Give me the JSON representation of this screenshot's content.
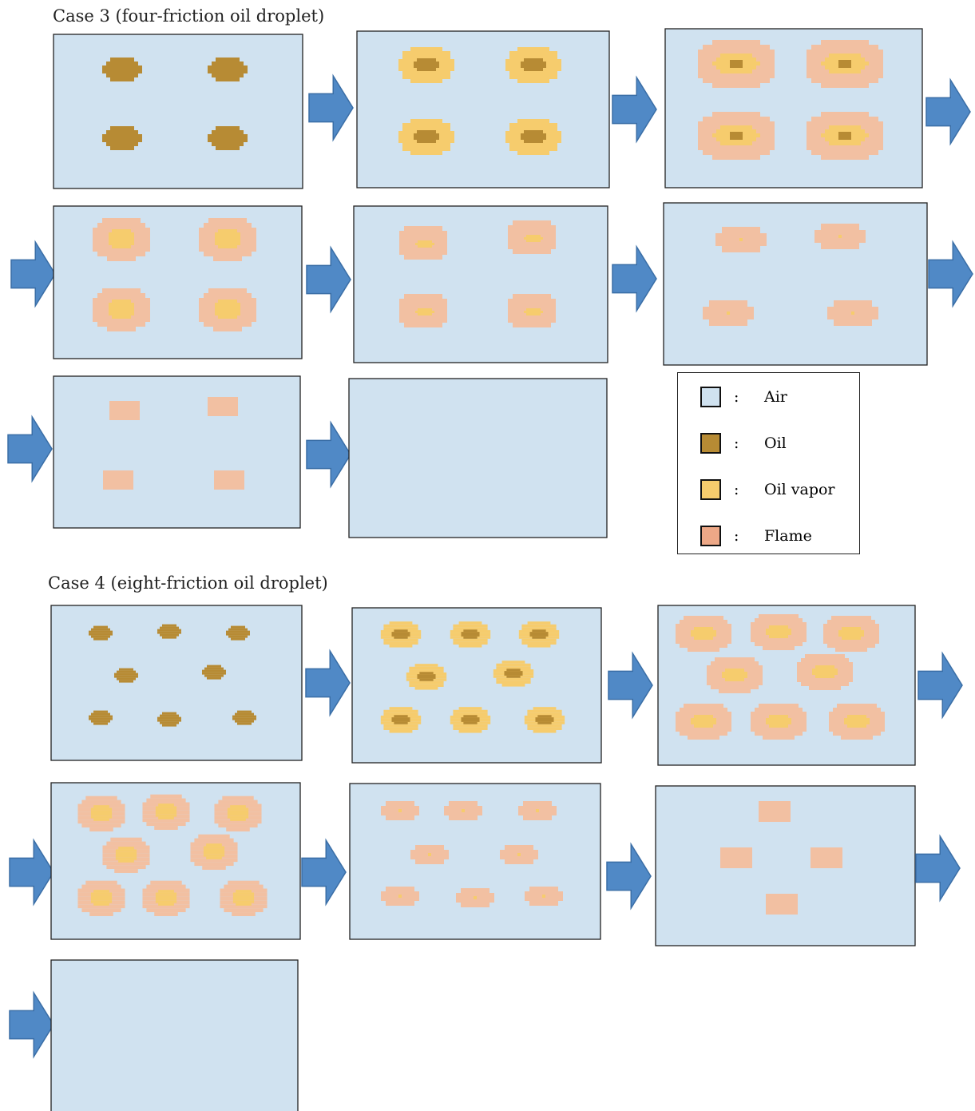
{
  "colors": {
    "air": "#d0e2f0",
    "oil": "#b78b34",
    "vapor": "#f6cc6d",
    "flame": "#f2c0a2",
    "flame_swatch": "#eda887",
    "arrow": "#5089c6",
    "arrow_stroke": "#3a6ea6",
    "panel_border": "#222222"
  },
  "case3": {
    "title": "Case 3 (four-friction oil droplet)"
  },
  "case4": {
    "title": "Case 4 (eight-friction oil droplet)"
  },
  "legend": {
    "items": [
      {
        "label": "Air",
        "color": "#d0e2f0",
        "separator": ":"
      },
      {
        "label": "Oil",
        "color": "#b78b34",
        "separator": ":"
      },
      {
        "label": "Oil vapor",
        "color": "#f6cc6d",
        "separator": ":"
      },
      {
        "label": "Flame",
        "color": "#eda887",
        "separator": ":"
      }
    ]
  }
}
